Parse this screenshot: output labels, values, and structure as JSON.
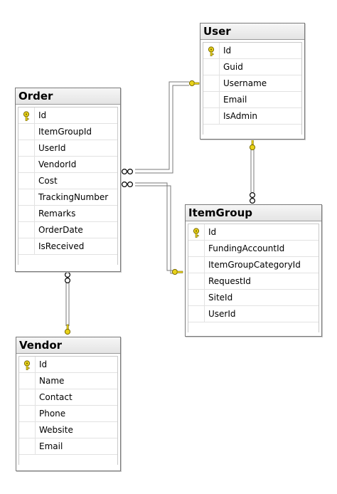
{
  "tables": {
    "order": {
      "name": "Order",
      "columns": [
        {
          "name": "Id",
          "primary_key": true
        },
        {
          "name": "ItemGroupId",
          "primary_key": false
        },
        {
          "name": "UserId",
          "primary_key": false
        },
        {
          "name": "VendorId",
          "primary_key": false
        },
        {
          "name": "Cost",
          "primary_key": false
        },
        {
          "name": "TrackingNumber",
          "primary_key": false
        },
        {
          "name": "Remarks",
          "primary_key": false
        },
        {
          "name": "OrderDate",
          "primary_key": false
        },
        {
          "name": "IsReceived",
          "primary_key": false
        }
      ]
    },
    "user": {
      "name": "User",
      "columns": [
        {
          "name": "Id",
          "primary_key": true
        },
        {
          "name": "Guid",
          "primary_key": false
        },
        {
          "name": "Username",
          "primary_key": false
        },
        {
          "name": "Email",
          "primary_key": false
        },
        {
          "name": "IsAdmin",
          "primary_key": false
        }
      ]
    },
    "item_group": {
      "name": "ItemGroup",
      "columns": [
        {
          "name": "Id",
          "primary_key": true
        },
        {
          "name": "FundingAccountId",
          "primary_key": false
        },
        {
          "name": "ItemGroupCategoryId",
          "primary_key": false
        },
        {
          "name": "RequestId",
          "primary_key": false
        },
        {
          "name": "SiteId",
          "primary_key": false
        },
        {
          "name": "UserId",
          "primary_key": false
        }
      ]
    },
    "vendor": {
      "name": "Vendor",
      "columns": [
        {
          "name": "Id",
          "primary_key": true
        },
        {
          "name": "Name",
          "primary_key": false
        },
        {
          "name": "Contact",
          "primary_key": false
        },
        {
          "name": "Phone",
          "primary_key": false
        },
        {
          "name": "Website",
          "primary_key": false
        },
        {
          "name": "Email",
          "primary_key": false
        }
      ]
    }
  },
  "relationships": [
    {
      "from": "Order",
      "to": "User",
      "from_end": "many",
      "to_end": "one"
    },
    {
      "from": "Order",
      "to": "ItemGroup",
      "from_end": "many",
      "to_end": "one"
    },
    {
      "from": "ItemGroup",
      "to": "User",
      "from_end": "many",
      "to_end": "one"
    },
    {
      "from": "Order",
      "to": "Vendor",
      "from_end": "many",
      "to_end": "one"
    }
  ],
  "colors": {
    "key_fill": "#e8d21b",
    "key_stroke": "#7a6a00",
    "line": "#7a7a7a",
    "header_bg": "#ececec"
  }
}
